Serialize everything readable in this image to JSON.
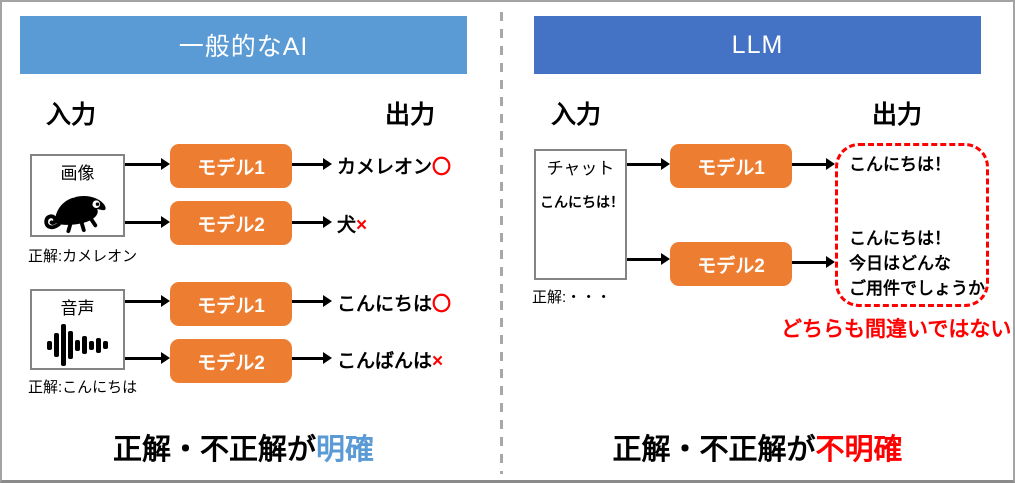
{
  "colors": {
    "left_header_bg": "#5B9BD5",
    "right_header_bg": "#4472C4",
    "model_box_bg": "#ED7D31",
    "highlight_blue": "#5B9BD5",
    "highlight_red": "#FF0000",
    "frame_border": "#a3a3a3"
  },
  "left": {
    "title": "一般的なAI",
    "input_label": "入力",
    "output_label": "出力",
    "image_box": {
      "label": "画像",
      "icon": "chameleon-icon",
      "answer": "正解:カメレオン"
    },
    "audio_box": {
      "label": "音声",
      "icon": "waveform-icon",
      "answer": "正解:こんにちは"
    },
    "rows": [
      {
        "model": "モデル1",
        "output": "カメレオン",
        "mark": "〇"
      },
      {
        "model": "モデル2",
        "output": "犬",
        "mark": "×"
      },
      {
        "model": "モデル1",
        "output": "こんにちは",
        "mark": "〇"
      },
      {
        "model": "モデル2",
        "output": "こんばんは",
        "mark": "×"
      }
    ],
    "caption_prefix": "正解・不正解が",
    "caption_highlight": "明確"
  },
  "right": {
    "title": "LLM",
    "input_label": "入力",
    "output_label": "出力",
    "chat_box": {
      "label": "チャット",
      "message": "こんにちは！",
      "answer": "正解:・・・"
    },
    "models": [
      "モデル1",
      "モデル2"
    ],
    "output1": "こんにちは！",
    "output2_lines": [
      "こんにちは！",
      "今日はどんな",
      "ご用件でしょうか"
    ],
    "note": "どちらも間違いではない",
    "caption_prefix": "正解・不正解が",
    "caption_highlight": "不明確"
  }
}
